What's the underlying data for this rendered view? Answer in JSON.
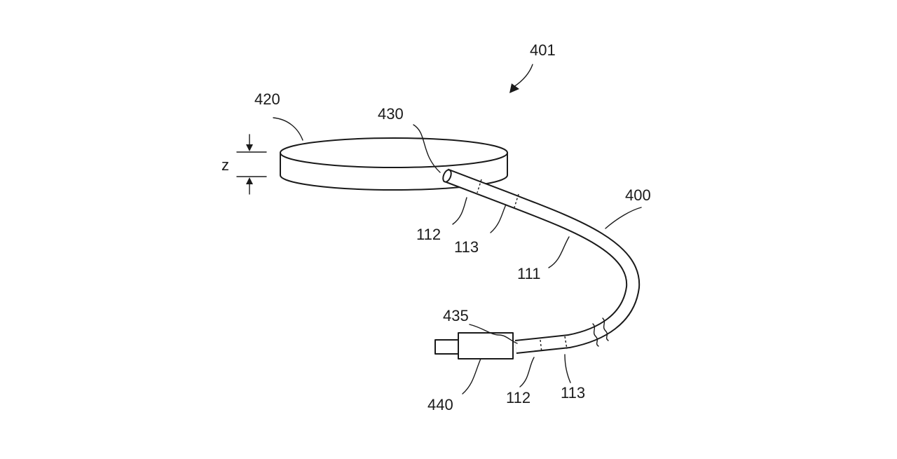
{
  "labels": {
    "assembly": "401",
    "disc": "420",
    "thickness": "z",
    "end_430": "430",
    "cable": "400",
    "segment_112_top": "112",
    "segment_113_top": "113",
    "body_111": "111",
    "end_435": "435",
    "connector": "440",
    "segment_112_bottom": "112",
    "segment_113_bottom": "113"
  }
}
